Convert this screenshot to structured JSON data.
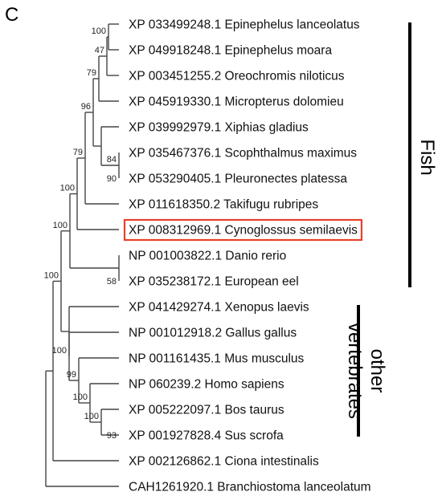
{
  "figure": {
    "panel_label": "C",
    "highlight_color": "#e8402a",
    "leaves": [
      {
        "label": "XP 033499248.1 Epinephelus lanceolatus"
      },
      {
        "label": "XP 049918248.1 Epinephelus moara"
      },
      {
        "label": "XP 003451255.2 Oreochromis niloticus"
      },
      {
        "label": "XP 045919330.1 Micropterus dolomieu"
      },
      {
        "label": "XP 039992979.1 Xiphias gladius"
      },
      {
        "label": "XP 035467376.1 Scophthalmus maximus"
      },
      {
        "label": "XP 053290405.1 Pleuronectes platessa"
      },
      {
        "label": "XP 011618350.2 Takifugu rubripes"
      },
      {
        "label": "XP 008312969.1 Cynoglossus semilaevis",
        "highlighted": true
      },
      {
        "label": "NP 001003822.1 Danio rerio"
      },
      {
        "label": "XP 035238172.1 European eel"
      },
      {
        "label": "XP 041429274.1 Xenopus laevis"
      },
      {
        "label": "NP 001012918.2 Gallus gallus"
      },
      {
        "label": "NP 001161435.1 Mus musculus"
      },
      {
        "label": "NP 060239.2 Homo sapiens"
      },
      {
        "label": "XP 005222097.1 Bos taurus"
      },
      {
        "label": "XP 001927828.4 Sus scrofa"
      },
      {
        "label": "XP 002126862.1 Ciona intestinalis"
      },
      {
        "label": "CAH1261920.1 Branchiostoma lanceolatum"
      }
    ],
    "groups": [
      {
        "label": "Fish"
      },
      {
        "label": "other vertebrates",
        "lines": [
          "other",
          "vertebrates"
        ]
      }
    ],
    "tree": {
      "children": [
        {
          "children": [
            {
              "bootstrap": "100",
              "children": [
                {
                  "bootstrap": "100",
                  "children": [
                    {
                      "bootstrap": "100",
                      "children": [
                        {
                          "bootstrap": "79",
                          "children": [
                            {
                              "bootstrap": "96",
                              "children": [
                                {
                                  "bootstrap": "79",
                                  "children": [
                                    {
                                      "bootstrap": "47",
                                      "children": [
                                        {
                                          "bootstrap": "100",
                                          "children": [
                                            {
                                              "leaf": 0
                                            },
                                            {
                                              "leaf": 1
                                            }
                                          ]
                                        },
                                        {
                                          "leaf": 2
                                        }
                                      ]
                                    },
                                    {
                                      "leaf": 3
                                    }
                                  ]
                                },
                                {
                                  "children": [
                                    {
                                      "leaf": 4
                                    },
                                    {
                                      "bootstrap": "84",
                                      "children": [
                                        {
                                          "leaf": 5
                                        },
                                        {
                                          "bootstrap": "90",
                                          "leaf": 6
                                        }
                                      ]
                                    }
                                  ]
                                }
                              ]
                            },
                            {
                              "leaf": 7
                            }
                          ]
                        },
                        {
                          "leaf": 8
                        }
                      ]
                    },
                    {
                      "children": [
                        {
                          "leaf": 9
                        },
                        {
                          "bootstrap": "58",
                          "leaf": 10
                        }
                      ]
                    }
                  ]
                },
                {
                  "children": [
                    {
                      "leaf": 11
                    },
                    {
                      "bootstrap": "100",
                      "children": [
                        {
                          "leaf": 12
                        },
                        {
                          "bootstrap": "99",
                          "children": [
                            {
                              "leaf": 13
                            },
                            {
                              "bootstrap": "100",
                              "children": [
                                {
                                  "leaf": 14
                                },
                                {
                                  "bootstrap": "100",
                                  "children": [
                                    {
                                      "leaf": 15
                                    },
                                    {
                                      "bootstrap": "93",
                                      "leaf": 16
                                    }
                                  ]
                                }
                              ]
                            }
                          ]
                        }
                      ]
                    }
                  ]
                }
              ]
            },
            {
              "leaf": 17
            }
          ]
        },
        {
          "leaf": 18
        }
      ]
    }
  }
}
